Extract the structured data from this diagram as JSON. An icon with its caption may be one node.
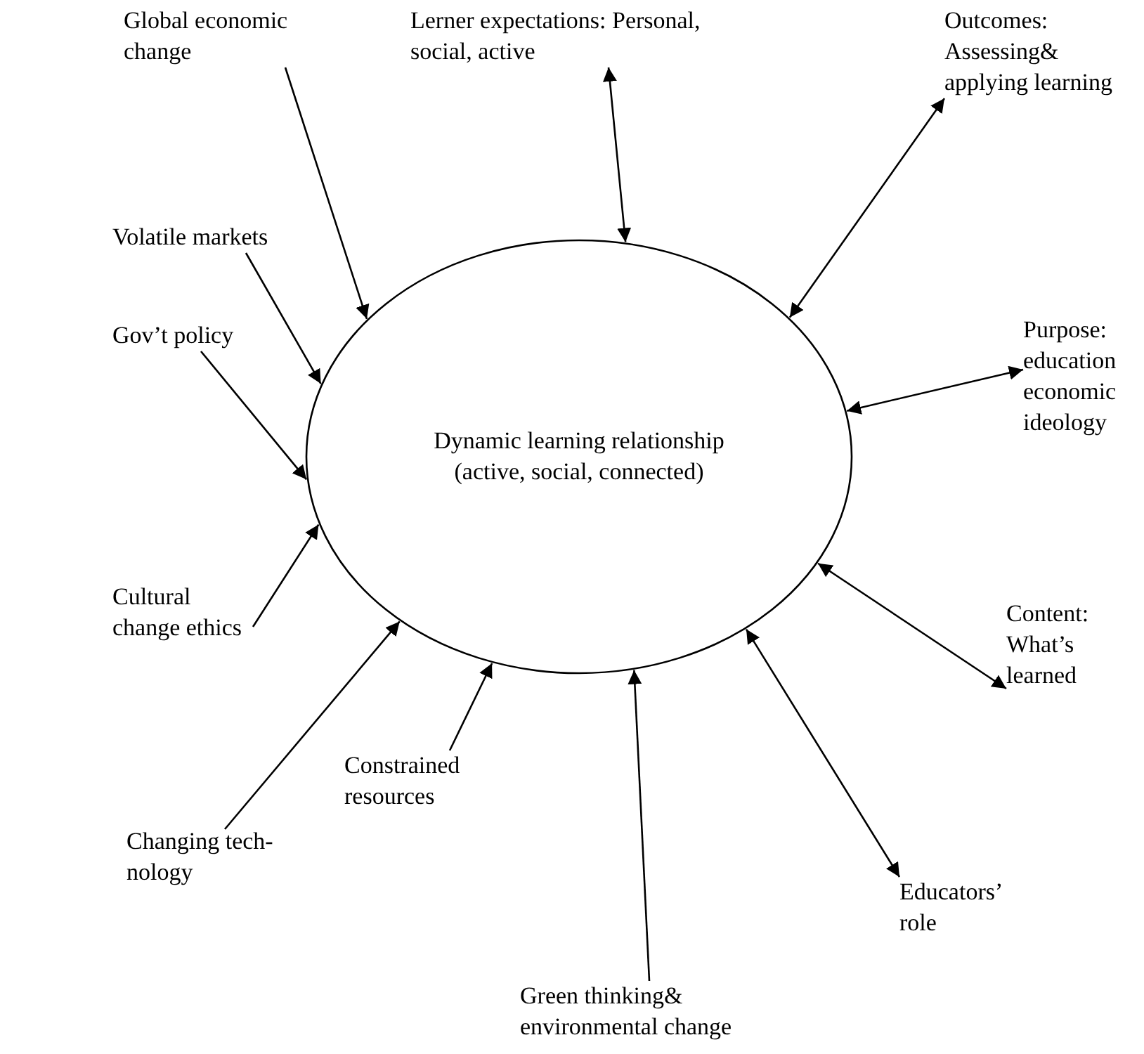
{
  "diagram": {
    "nodes": [
      {
        "text": [
          "Dynamic learning relationship (active, social, connected)"
        ]
      },
      {
        "text": [
          "Global economic change"
        ]
      },
      {
        "text": [
          "Lerner expectations: Personal, social, active"
        ]
      },
      {
        "text": [
          "Outcomes: Assessing& applying learning"
        ]
      },
      {
        "text": [
          "Volatile markets"
        ]
      },
      {
        "text": [
          "Gov’t policy"
        ]
      },
      {
        "text": [
          "Purpose: education economic ideology"
        ]
      },
      {
        "text": [
          "Cultural change ethics"
        ]
      },
      {
        "text": [
          "Content: What’s learned"
        ]
      },
      {
        "text": [
          "Changing tech- nology"
        ]
      },
      {
        "text": [
          "Constrained resources"
        ]
      },
      {
        "text": [
          "Green thinking& environmental change"
        ]
      },
      {
        "text": [
          "Educators’ role"
        ]
      }
    ],
    "edges": [
      {
        "from": 1,
        "to": 0,
        "arrow": "to"
      },
      {
        "from": 2,
        "to": 0,
        "arrow": "both"
      },
      {
        "from": 3,
        "to": 0,
        "arrow": "both"
      },
      {
        "from": 4,
        "to": 0,
        "arrow": "to"
      },
      {
        "from": 5,
        "to": 0,
        "arrow": "to"
      },
      {
        "from": 6,
        "to": 0,
        "arrow": "both"
      },
      {
        "from": 7,
        "to": 0,
        "arrow": "to"
      },
      {
        "from": 8,
        "to": 0,
        "arrow": "both"
      },
      {
        "from": 9,
        "to": 0,
        "arrow": "to"
      },
      {
        "from": 10,
        "to": 0,
        "arrow": "to"
      },
      {
        "from": 11,
        "to": 0,
        "arrow": "to"
      },
      {
        "from": 12,
        "to": 0,
        "arrow": "both"
      }
    ]
  }
}
